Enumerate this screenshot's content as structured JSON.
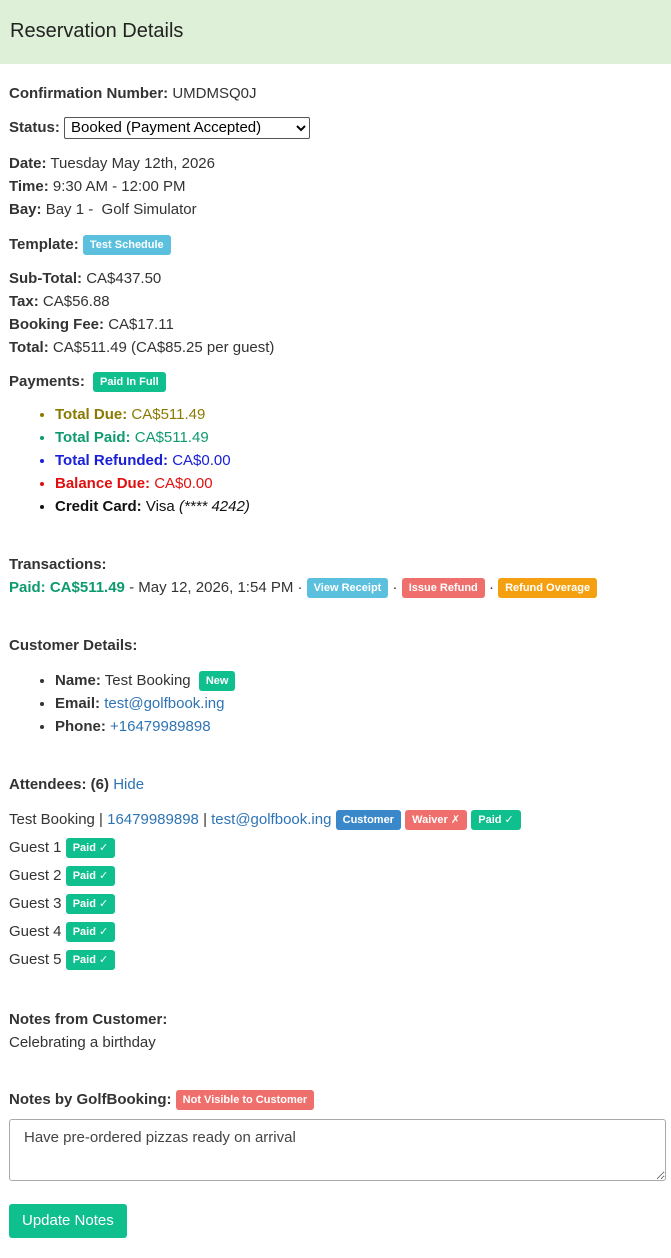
{
  "header": {
    "title": "Reservation Details"
  },
  "confirmation": {
    "label": "Confirmation Number:",
    "value": "UMDMSQ0J"
  },
  "status": {
    "label": "Status:",
    "selected": "Booked (Payment Accepted)"
  },
  "booking": {
    "date_label": "Date:",
    "date": "Tuesday May 12th, 2026",
    "time_label": "Time:",
    "time": "9:30 AM - 12:00 PM",
    "bay_label": "Bay:",
    "bay": "Bay 1 -  Golf Simulator"
  },
  "template": {
    "label": "Template:",
    "badge": "Test Schedule"
  },
  "pricing": {
    "subtotal_label": "Sub-Total:",
    "subtotal": "CA$437.50",
    "tax_label": "Tax:",
    "tax": "CA$56.88",
    "fee_label": "Booking Fee:",
    "fee": "CA$17.11",
    "total_label": "Total:",
    "total": "CA$511.49 (CA$85.25 per guest)"
  },
  "payments": {
    "label": "Payments:",
    "badge": "Paid In Full",
    "total_due_label": "Total Due:",
    "total_due": "CA$511.49",
    "total_paid_label": "Total Paid:",
    "total_paid": "CA$511.49",
    "total_refunded_label": "Total Refunded:",
    "total_refunded": "CA$0.00",
    "balance_due_label": "Balance Due:",
    "balance_due": "CA$0.00",
    "card_label": "Credit Card:",
    "card_brand": "Visa",
    "card_number": "(**** 4242)"
  },
  "transactions": {
    "label": "Transactions:",
    "paid": "Paid: CA$511.49",
    "date": "- May 12, 2026, 1:54 PM ·",
    "sep": "·",
    "view_receipt": "View Receipt",
    "issue_refund": "Issue Refund",
    "refund_overage": "Refund Overage"
  },
  "customer": {
    "label": "Customer Details:",
    "name_label": "Name:",
    "name": "Test Booking",
    "name_badge": "New",
    "email_label": "Email:",
    "email": "test@golfbook.ing",
    "phone_label": "Phone:",
    "phone": "+16479989898"
  },
  "attendees": {
    "label": "Attendees: (6)",
    "hide_link": "Hide",
    "primary": {
      "name": "Test Booking |",
      "phone": "16479989898",
      "sep": "|",
      "email": "test@golfbook.ing",
      "customer_badge": "Customer",
      "waiver_badge": "Waiver ✗",
      "paid_badge": "Paid ✓"
    },
    "guests": [
      {
        "name": "Guest 1",
        "badge": "Paid ✓"
      },
      {
        "name": "Guest 2",
        "badge": "Paid ✓"
      },
      {
        "name": "Guest 3",
        "badge": "Paid ✓"
      },
      {
        "name": "Guest 4",
        "badge": "Paid ✓"
      },
      {
        "name": "Guest 5",
        "badge": "Paid ✓"
      }
    ]
  },
  "customer_notes": {
    "label": "Notes from Customer:",
    "text": "Celebrating a birthday"
  },
  "internal_notes": {
    "label": "Notes by GolfBooking:",
    "badge": "Not Visible to Customer",
    "value": "Have pre-ordered pizzas ready on arrival"
  },
  "update_button": "Update Notes"
}
